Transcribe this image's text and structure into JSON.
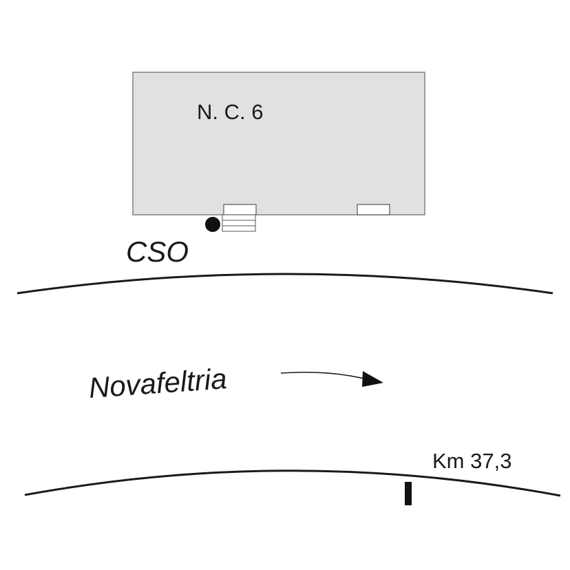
{
  "building": {
    "label": "N. C. 6"
  },
  "survey_point": {
    "label": "CSO"
  },
  "road": {
    "direction_label": "Novafeltria"
  },
  "milestone": {
    "label": "Km 37,3"
  },
  "colors": {
    "building_fill": "#e1e1e1",
    "building_stroke": "#808080",
    "line": "#1a1a1a",
    "background": "#ffffff"
  }
}
